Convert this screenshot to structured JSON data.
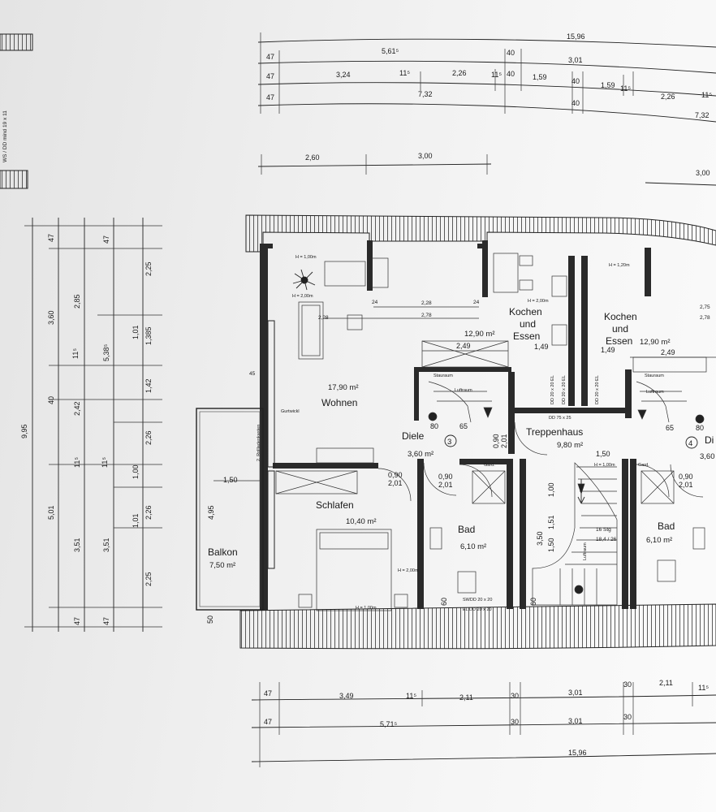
{
  "rooms": {
    "wohnen": {
      "name": "Wohnen",
      "area": "17,90 m²"
    },
    "kochen_left": {
      "line1": "Kochen",
      "line2": "und",
      "line3": "Essen",
      "area": "12,90 m²"
    },
    "kochen_right": {
      "line1": "Kochen",
      "line2": "und",
      "line3": "Essen",
      "area": "12,90 m²"
    },
    "diele": {
      "name": "Diele",
      "area": "3,60 m²",
      "number": "3"
    },
    "diele_right": {
      "name": "Di",
      "area": "3,60",
      "number": "4"
    },
    "treppenhaus": {
      "name": "Treppenhaus",
      "area": "9,80 m²"
    },
    "schlafen": {
      "name": "Schlafen",
      "area": "10,40 m²"
    },
    "bad_left": {
      "name": "Bad",
      "area": "6,10 m²"
    },
    "bad_right": {
      "name": "Bad",
      "area": "6,10 m²"
    },
    "balkon": {
      "name": "Balkon",
      "area": "7,50 m²"
    }
  },
  "top_dims": {
    "row1": [
      "47",
      "5,61⁵",
      "40",
      "15,96",
      "3,01"
    ],
    "row2": [
      "47",
      "3,24",
      "11⁵",
      "2,26",
      "11⁵",
      "40",
      "1,59",
      "40",
      "1,59",
      "11⁵",
      "2,26",
      "11⁵"
    ],
    "row3": [
      "47",
      "7,32",
      "40",
      "7,32"
    ],
    "row4": [
      "2,60",
      "3,00",
      "3,00"
    ]
  },
  "bottom_dims": {
    "row1": [
      "47",
      "3,49",
      "11⁵",
      "2,11",
      "30",
      "3,01",
      "30",
      "2,11",
      "11⁵"
    ],
    "row2": [
      "47",
      "5,71⁵",
      "30",
      "3,01",
      "30"
    ],
    "row3": [
      "15,96"
    ]
  },
  "left_dims": {
    "total": "9,95",
    "col2": [
      "3,60",
      "5,01"
    ],
    "col3": [
      "47",
      "2,85",
      "11⁵",
      "40",
      "2,42",
      "11⁵",
      "3,51",
      "47"
    ],
    "col4": [
      "47",
      "5,38⁵",
      "11⁵",
      "3,51",
      "47"
    ],
    "col5": [
      "1,01",
      "1,00",
      "1,01"
    ],
    "col6": [
      "2,25",
      "1,385",
      "1,42",
      "2,26",
      "2,26",
      "2,25"
    ],
    "balkon": [
      "4,95",
      "1,50",
      "50"
    ]
  },
  "inner_dims": {
    "d249a": "2,49",
    "d249b": "2,49",
    "d149a": "1,49",
    "d149b": "1,49",
    "d228": "2,28",
    "d278": "2,78",
    "d278r": "2,78",
    "d275r": "2,75",
    "d24": "24",
    "d45": "45",
    "d090a": "0,90",
    "d201a": "2,01",
    "d090b": "0,90",
    "d201b": "2,01",
    "d090c": "0,90",
    "d201c": "2,01",
    "d090d": "0,90",
    "d201d": "2,01",
    "d080": "80",
    "d065": "65",
    "d080r": "80",
    "d065r": "65",
    "d150": "1,50",
    "d100": "1,00",
    "d151": "1,51",
    "d350": "3,50",
    "d150b": "1,50",
    "d060a": "60",
    "d060b": "60"
  },
  "notes": {
    "h100a": "H = 1,00m",
    "h200a": "H = 2,00m",
    "h200b": "H = 2,00m",
    "h100b": "H = 1,00m",
    "h200c": "H = 2,00m",
    "h100c": "H = 1,00m",
    "gurtwickler": "Gurtwickl",
    "rollladen": "2. Rollladenkasten",
    "dd75": "DD 75 x 25",
    "dd20": "DD 20 x 20 EL",
    "stufen": "16 Stg",
    "steig": "18,4 / 26",
    "luftraum1": "Luftraum",
    "luftraum2": "Luftraum",
    "luftraum3": "Luftraum",
    "garderobe1": "Gard.",
    "garderobe2": "Gard.",
    "swdd": "SWDD 20 x 20",
    "eldd": "EL DD 20 x 20",
    "sidenote": "WS / DD mind 19 x 11",
    "stauraum": "Stauraum",
    "hr120": "H = 1,20m"
  }
}
